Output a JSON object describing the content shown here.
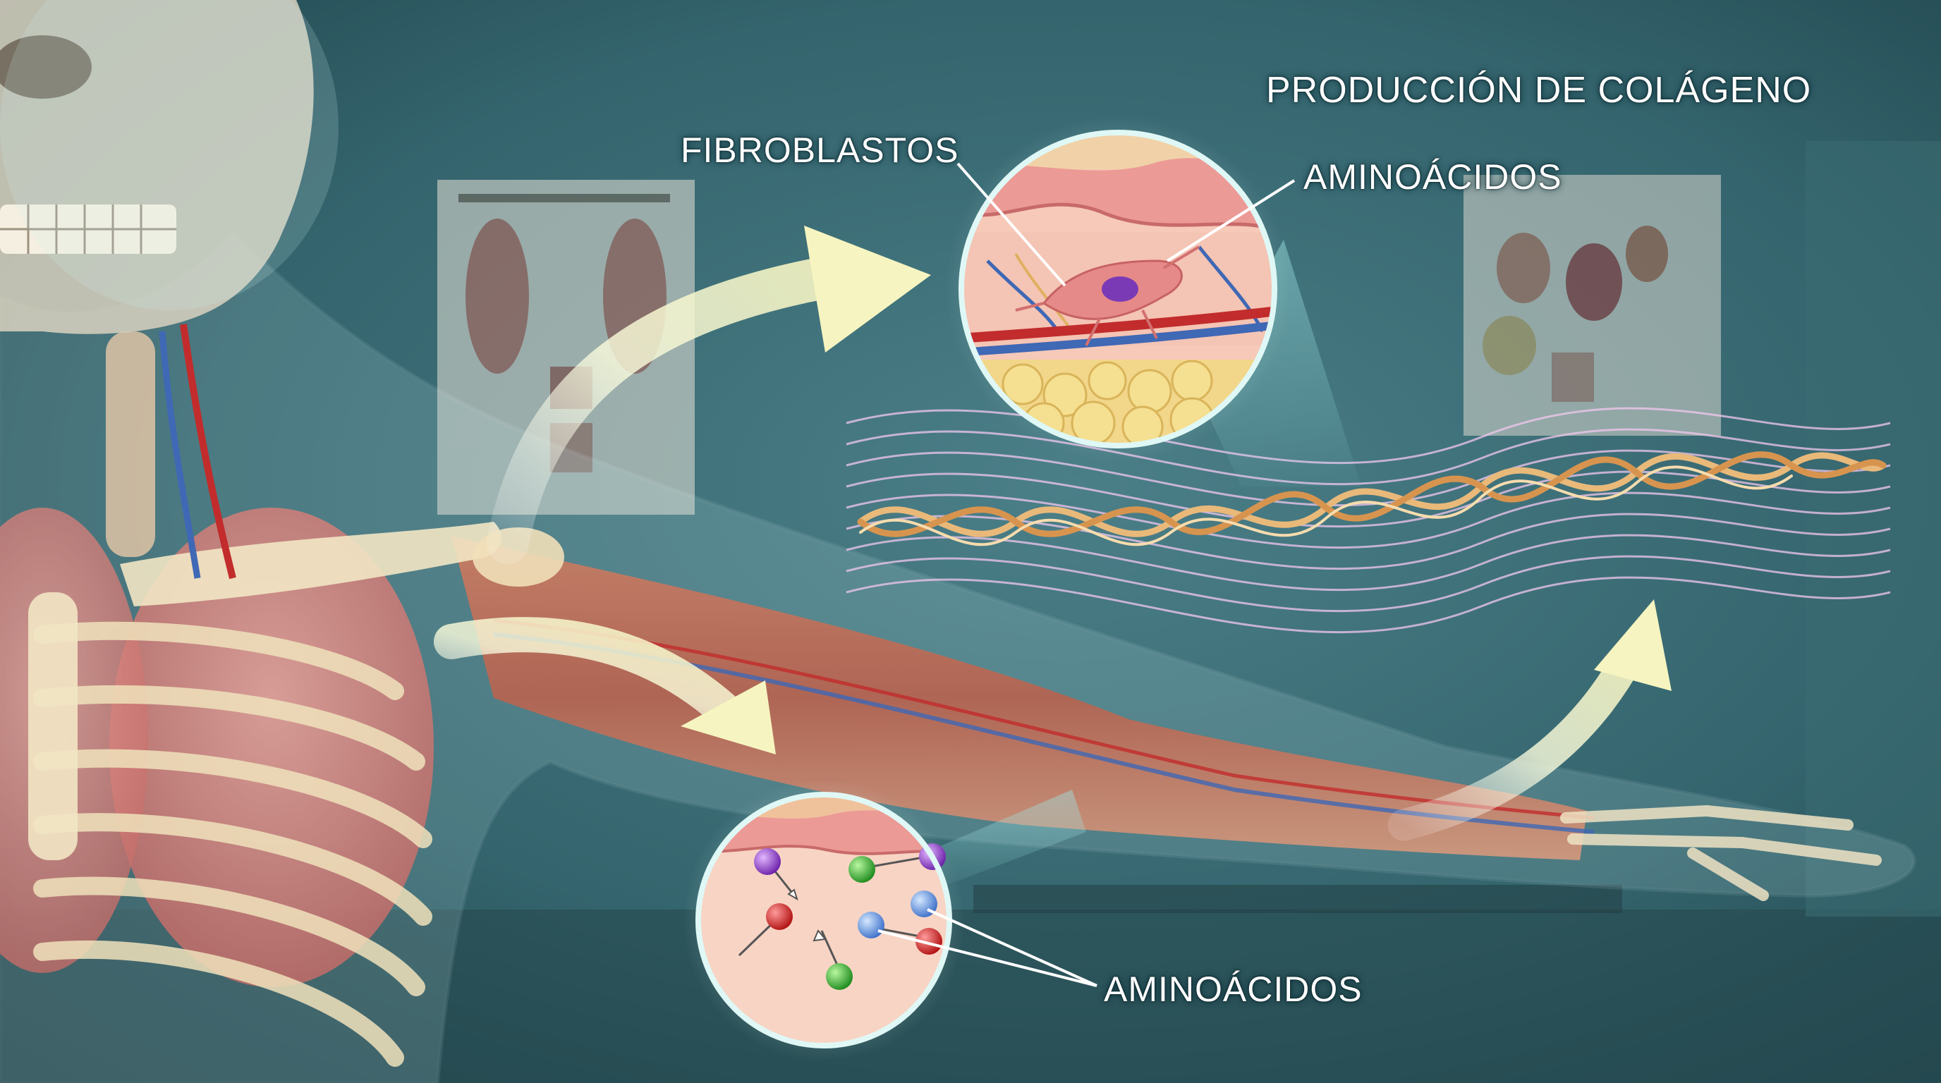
{
  "title": "PRODUCCIÓN DE COLÁGENO",
  "labels": {
    "fibroblasts": "FIBROBLASTOS",
    "amino_top": "AMINOÁCIDOS",
    "amino_bottom": "AMINOÁCIDOS"
  },
  "colors": {
    "background": "#2f5e68",
    "arrow_glow": "#f6f8c8",
    "collagen_fibre": "#e9b97a",
    "skin_tissue": "#f2a7a0",
    "muscle": "#c8735e"
  },
  "icons": {
    "amino_acid_molecules": "ball-and-stick molecules in purple, green, red, blue"
  }
}
